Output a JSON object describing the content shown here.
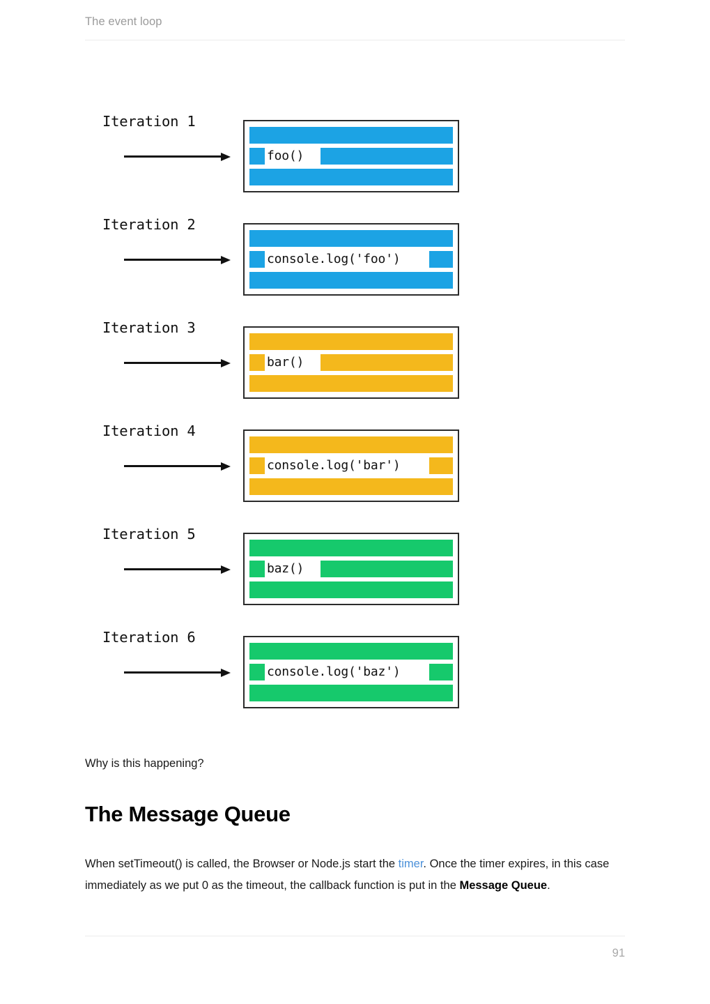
{
  "header": {
    "running_title": "The event loop"
  },
  "figure": {
    "name": "call-stack-iterations-diagram",
    "iterations": [
      {
        "label": "Iteration 1",
        "code": "foo()",
        "color": "#1CA3E4",
        "plate_width": 74
      },
      {
        "label": "Iteration 2",
        "code": "console.log('foo')",
        "color": "#1CA3E4",
        "plate_width": 230
      },
      {
        "label": "Iteration 3",
        "code": "bar()",
        "color": "#F4B81C",
        "plate_width": 74
      },
      {
        "label": "Iteration 4",
        "code": "console.log('bar')",
        "color": "#F4B81C",
        "plate_width": 230
      },
      {
        "label": "Iteration 5",
        "code": "baz()",
        "color": "#16C96C",
        "plate_width": 74
      },
      {
        "label": "Iteration 6",
        "code": "console.log('baz')",
        "color": "#16C96C",
        "plate_width": 230
      }
    ]
  },
  "body": {
    "question": "Why is this happening?",
    "section_title": "The Message Queue",
    "paragraph": {
      "part1": "When setTimeout() is called, the Browser or Node.js start the ",
      "link": "timer",
      "part2": ". Once the timer expires, in this case immediately as we put 0 as the timeout, the callback function is put in the ",
      "bold": "Message Queue",
      "part3": "."
    }
  },
  "footer": {
    "page_number": "91"
  },
  "colors": {
    "blue": "#1CA3E4",
    "amber": "#F4B81C",
    "green": "#16C96C",
    "link": "#4a90d9",
    "rule": "#ececec",
    "muted_text": "#9b9b9b"
  }
}
